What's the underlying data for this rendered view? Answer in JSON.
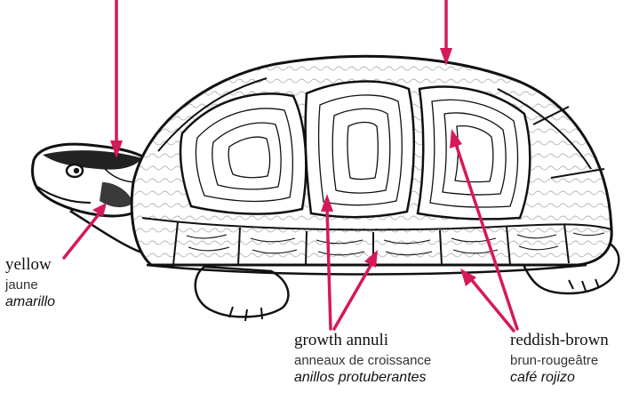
{
  "accent_color": "#d6195a",
  "labels": {
    "yellow": {
      "en": "yellow",
      "fr": "jaune",
      "es": "amarillo"
    },
    "growth": {
      "en": "growth annuli",
      "fr": "anneaux de croissance",
      "es": "anillos protuberantes"
    },
    "reddish": {
      "en": "reddish-brown",
      "fr": "brun-rougeâtre",
      "es": "café rojizo"
    }
  }
}
